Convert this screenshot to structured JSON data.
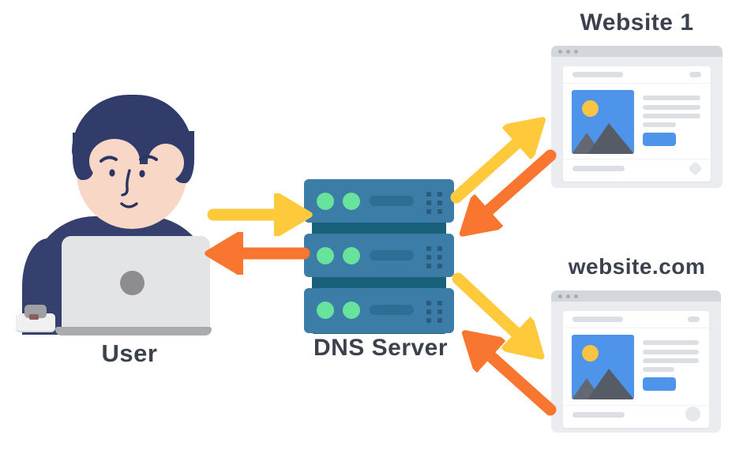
{
  "background": "#FFFFFF",
  "colors": {
    "arrow_yellow": "#FFC93C",
    "arrow_orange": "#F8762F",
    "label_text": "#3C424D",
    "server_body": "#3B7DA6",
    "server_bar": "#19607A",
    "server_slot": "#2E6D94",
    "server_port": "#2A5C80",
    "server_led": "#68E39B",
    "person_hair": "#323C6B",
    "person_skin": "#F8D7C7",
    "person_shirt": "#36406F",
    "person_features": "#2C3562",
    "laptop_body": "#E3E4E6",
    "laptop_base": "#A9ABAE",
    "laptop_logo": "#8D8D90",
    "mouse_body": "#9EA0A3",
    "mouse_pad": "#F0F0F1",
    "card_frame": "#EAECEF",
    "card_topbar": "#D3D7DB",
    "card_dot": "#A7ACB1",
    "card_surface": "#FFFFFF",
    "placeholder_pill": "#DBDFE3",
    "divider": "#F0F2F4",
    "image_blue": "#4E94EA",
    "sun_yellow": "#F7C444",
    "mountain_dark": "#555C66",
    "mountain_light": "#626972",
    "button_blue": "#4E94EA",
    "footer_shape": "#E6E9EC"
  },
  "nodes": {
    "user": {
      "label": "User",
      "icon": "person-at-laptop-illustration"
    },
    "dns_server": {
      "label": "DNS Server",
      "icon": "server-stack-illustration",
      "units": 3
    },
    "website1": {
      "label": "Website 1",
      "icon": "browser-window-illustration"
    },
    "website2": {
      "label": "website.com",
      "icon": "browser-window-illustration"
    }
  },
  "arrows": [
    {
      "id": "user-to-dns",
      "from": "user",
      "to": "dns_server",
      "color": "yellow"
    },
    {
      "id": "dns-to-user",
      "from": "dns_server",
      "to": "user",
      "color": "orange"
    },
    {
      "id": "dns-to-website1",
      "from": "dns_server",
      "to": "website1",
      "color": "yellow"
    },
    {
      "id": "website1-to-dns",
      "from": "website1",
      "to": "dns_server",
      "color": "orange"
    },
    {
      "id": "dns-to-website2",
      "from": "dns_server",
      "to": "website2",
      "color": "yellow"
    },
    {
      "id": "website2-to-dns",
      "from": "website2",
      "to": "dns_server",
      "color": "orange"
    }
  ]
}
